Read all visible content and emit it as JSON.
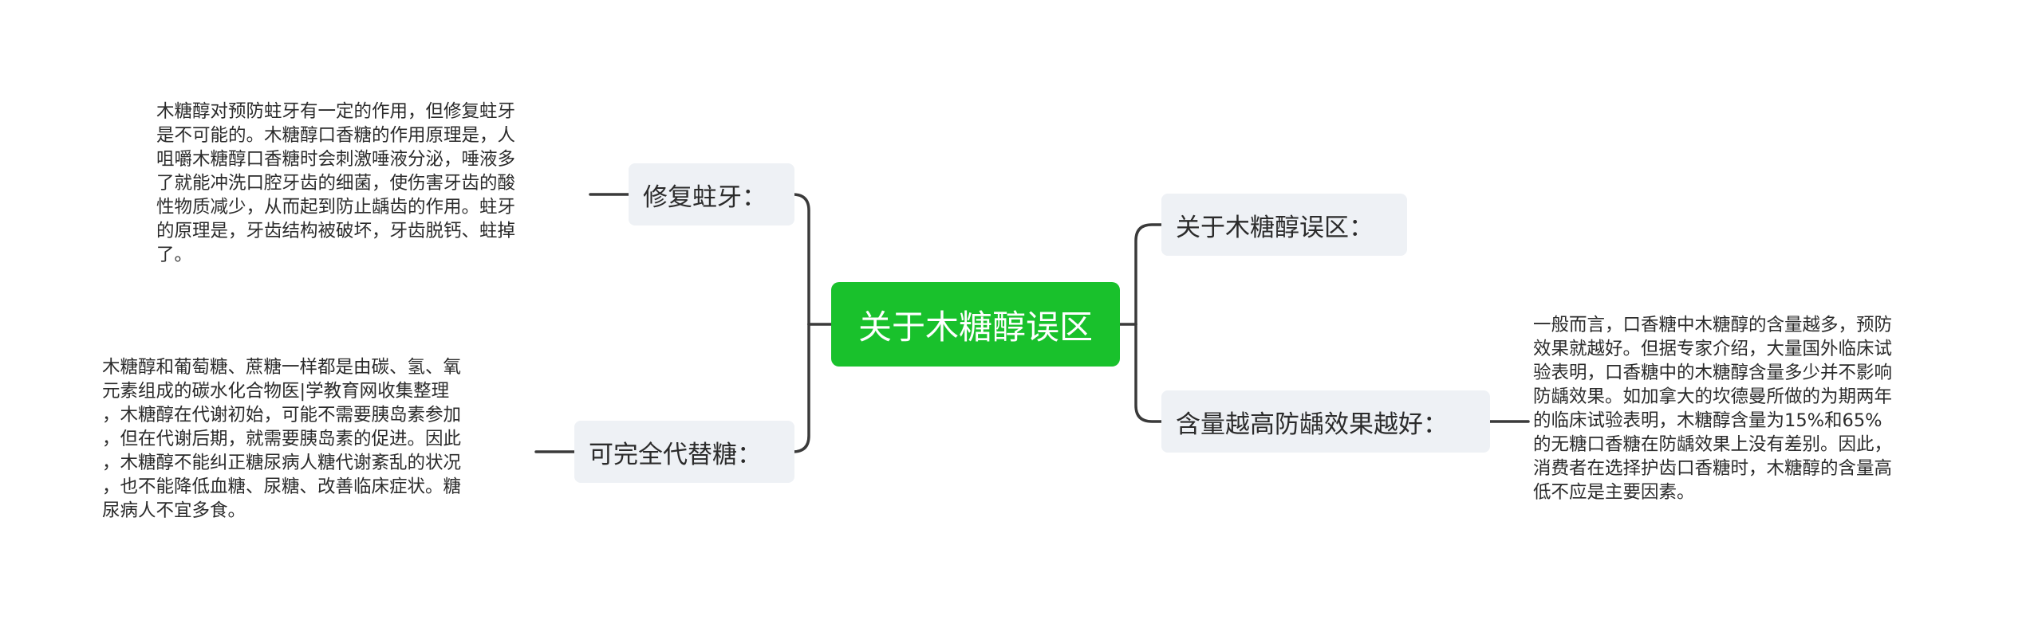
{
  "root": {
    "label": "关于木糖醇误区"
  },
  "branches": [
    {
      "label": "修复蛀牙：",
      "note": "木糖醇对预防蛀牙有一定的作用，但修复蛀牙\n是不可能的。木糖醇口香糖的作用原理是，人\n咀嚼木糖醇口香糖时会刺激唾液分泌，唾液多\n了就能冲洗口腔牙齿的细菌，使伤害牙齿的酸\n性物质减少，从而起到防止龋齿的作用。蛀牙\n的原理是，牙齿结构被破坏，牙齿脱钙、蛀掉\n了。"
    },
    {
      "label": "可完全代替糖：",
      "note": "木糖醇和葡萄糖、蔗糖一样都是由碳、氢、氧\n元素组成的碳水化合物医|学教育网收集整理\n，木糖醇在代谢初始，可能不需要胰岛素参加\n，但在代谢后期，就需要胰岛素的促进。因此\n，木糖醇不能纠正糖尿病人糖代谢紊乱的状况\n，也不能降低血糖、尿糖、改善临床症状。糖\n尿病人不宜多食。"
    },
    {
      "label": "关于木糖醇误区："
    },
    {
      "label": "含量越高防龋效果越好：",
      "note": "一般而言，口香糖中木糖醇的含量越多，预防\n效果就越好。但据专家介绍，大量国外临床试\n验表明，口香糖中的木糖醇含量多少并不影响\n防龋效果。如加拿大的坎德曼所做的为期两年\n的临床试验表明，木糖醇含量为15%和65%\n的无糖口香糖在防龋效果上没有差别。因此，\n消费者在选择护齿口香糖时，木糖醇的含量高\n低不应是主要因素。"
    }
  ],
  "colors": {
    "root_bg": "#19c12c",
    "branch_bg": "#eef1f5",
    "connector": "#3a3a3a"
  }
}
